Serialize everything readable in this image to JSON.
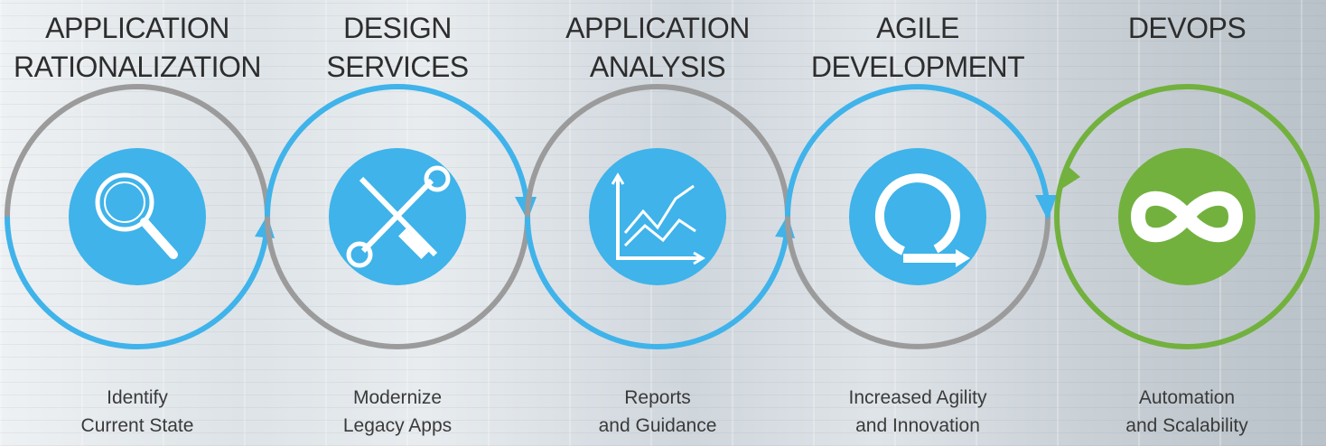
{
  "colors": {
    "blue": "#3fb3ea",
    "gray": "#9b9b9b",
    "green": "#72b13e",
    "icon_fill": "#3fb3ea",
    "icon_fill_green": "#72b13e",
    "title_text": "#2d2d2d",
    "caption_text": "#3a3a3a"
  },
  "stages": [
    {
      "title": [
        "APPLICATION",
        "RATIONALIZATION"
      ],
      "caption": [
        "Identify",
        "Current State"
      ],
      "icon": "magnifier-icon"
    },
    {
      "title": [
        "DESIGN",
        "SERVICES"
      ],
      "caption": [
        "Modernize",
        "Legacy Apps"
      ],
      "icon": "tools-icon"
    },
    {
      "title": [
        "APPLICATION",
        "ANALYSIS"
      ],
      "caption": [
        "Reports",
        "and Guidance"
      ],
      "icon": "chart-icon"
    },
    {
      "title": [
        "AGILE",
        "DEVELOPMENT"
      ],
      "caption": [
        "Increased Agility",
        "and Innovation"
      ],
      "icon": "agile-cycle-icon"
    },
    {
      "title": [
        "DEVOPS"
      ],
      "caption": [
        "Automation",
        "and Scalability"
      ],
      "icon": "infinity-icon"
    }
  ]
}
